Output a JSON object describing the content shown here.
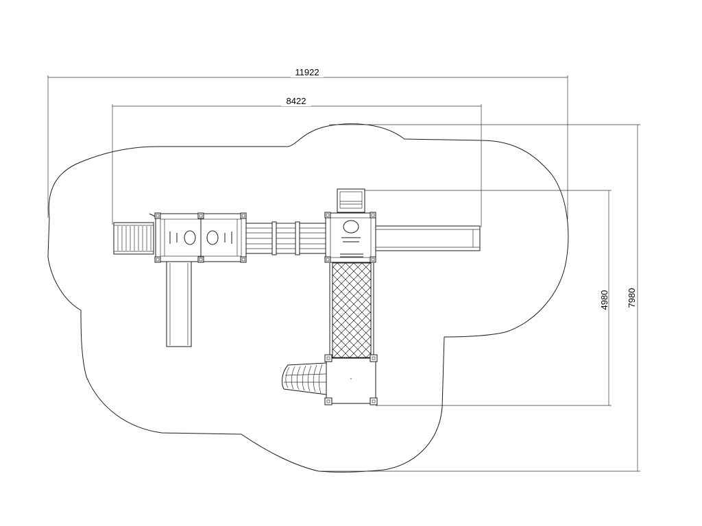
{
  "dimensions": {
    "overall_width": "11922",
    "structure_width": "8422",
    "structure_depth": "4980",
    "overall_depth": "7980"
  },
  "colors": {
    "line": "#1a1a1a",
    "background": "#ffffff"
  }
}
